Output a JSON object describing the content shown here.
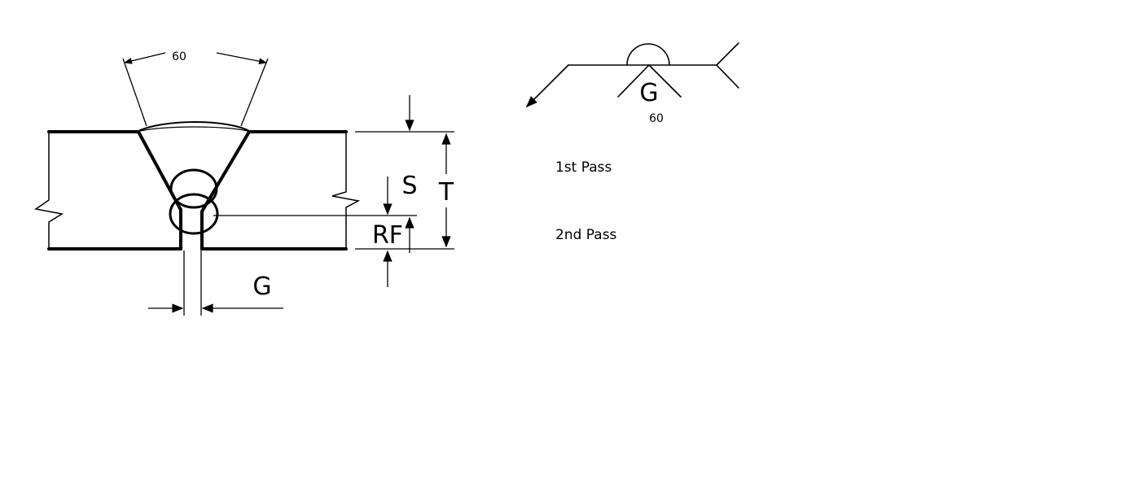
{
  "section": {
    "angle_label": "60",
    "depth_label": "S",
    "thickness_label": "T",
    "root_face_label": "RF",
    "gap_label": "G"
  },
  "symbol": {
    "gap_label": "G",
    "angle_label": "60"
  },
  "passes": {
    "first": "1st Pass",
    "second": "2nd Pass"
  },
  "colors": {
    "line": "#000000",
    "background": "#ffffff"
  }
}
